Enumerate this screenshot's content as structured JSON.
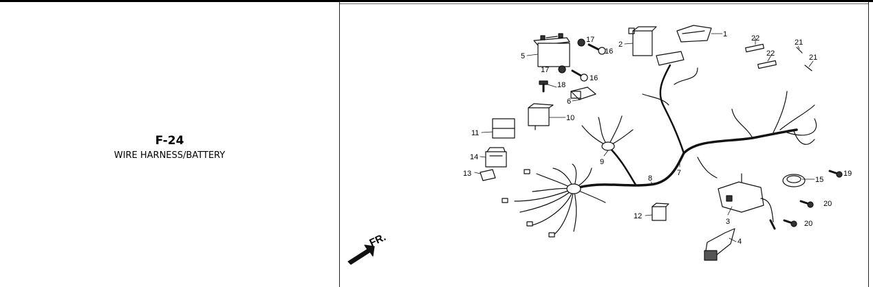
{
  "page": {
    "code": "F-24",
    "title": "WIRE HARNESS/BATTERY"
  },
  "diagram": {
    "direction_label": "FR.",
    "callouts": [
      {
        "id": "c1",
        "text": "1"
      },
      {
        "id": "c2",
        "text": "2"
      },
      {
        "id": "c3",
        "text": "3"
      },
      {
        "id": "c4",
        "text": "4"
      },
      {
        "id": "c5",
        "text": "5"
      },
      {
        "id": "c6",
        "text": "6"
      },
      {
        "id": "c7",
        "text": "7"
      },
      {
        "id": "c8",
        "text": "8"
      },
      {
        "id": "c9",
        "text": "9"
      },
      {
        "id": "c10",
        "text": "10"
      },
      {
        "id": "c11",
        "text": "11"
      },
      {
        "id": "c12",
        "text": "12"
      },
      {
        "id": "c13",
        "text": "13"
      },
      {
        "id": "c14",
        "text": "14"
      },
      {
        "id": "c15",
        "text": "15"
      },
      {
        "id": "c16a",
        "text": "16"
      },
      {
        "id": "c16b",
        "text": "16"
      },
      {
        "id": "c17a",
        "text": "17"
      },
      {
        "id": "c17b",
        "text": "17"
      },
      {
        "id": "c18",
        "text": "18"
      },
      {
        "id": "c19",
        "text": "19"
      },
      {
        "id": "c20a",
        "text": "20"
      },
      {
        "id": "c20b",
        "text": "20"
      },
      {
        "id": "c21a",
        "text": "21"
      },
      {
        "id": "c21b",
        "text": "21"
      },
      {
        "id": "c22a",
        "text": "22"
      },
      {
        "id": "c22b",
        "text": "22"
      }
    ]
  }
}
